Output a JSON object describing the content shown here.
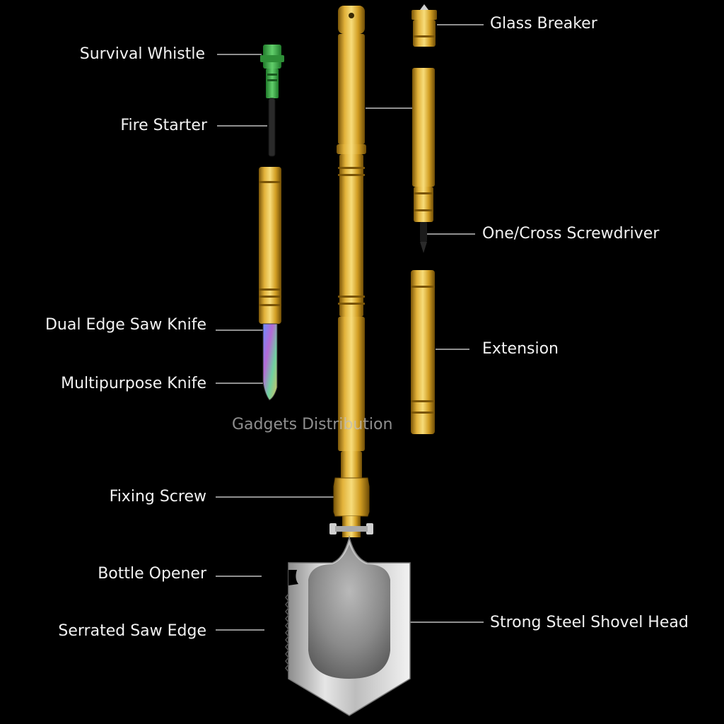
{
  "labels": {
    "survival_whistle": "Survival Whistle",
    "fire_starter": "Fire Starter",
    "dual_edge_saw_knife": "Dual Edge Saw Knife",
    "multipurpose_knife": "Multipurpose Knife",
    "fixing_screw": "Fixing Screw",
    "bottle_opener": "Bottle Opener",
    "serrated_saw_edge": "Serrated Saw Edge",
    "glass_breaker": "Glass Breaker",
    "screwdriver": "One/Cross Screwdriver",
    "extension": "Extension",
    "shovel_head": "Strong Steel Shovel Head"
  },
  "watermark": "Gadgets Distribution",
  "colors": {
    "background": "#000000",
    "label_text": "#f2f2f2",
    "leader_line": "#bfbfbf",
    "gold": "#d9a82a",
    "gold_light": "#f3d36a",
    "gold_dark": "#8a6410",
    "steel": "#c8c8c8",
    "whistle_green": "#3fae4a"
  }
}
